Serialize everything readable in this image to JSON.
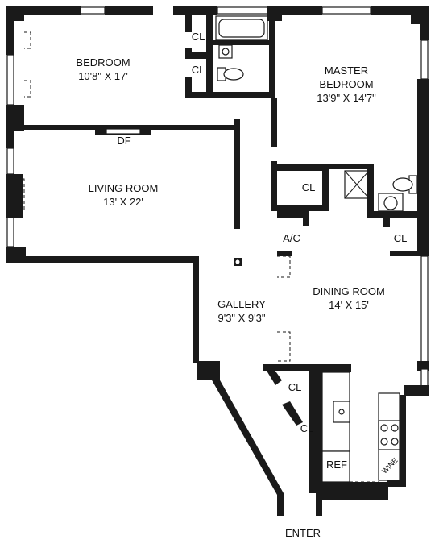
{
  "rooms": {
    "bedroom": {
      "name": "BEDROOM",
      "size": "10'8\" X 17'"
    },
    "master_bedroom": {
      "name_line1": "MASTER",
      "name_line2": "BEDROOM",
      "size": "13'9\" X 14'7\""
    },
    "living_room": {
      "name": "LIVING ROOM",
      "size": "13' X 22'"
    },
    "gallery": {
      "name": "GALLERY",
      "size": "9'3\" X 9'3\""
    },
    "dining_room": {
      "name": "DINING ROOM",
      "size": "14' X 15'"
    }
  },
  "labels": {
    "closet": "CL",
    "ac": "A/C",
    "fireplace": "DF",
    "refrigerator": "REF",
    "wine": "WINE",
    "enter": "ENTER"
  }
}
